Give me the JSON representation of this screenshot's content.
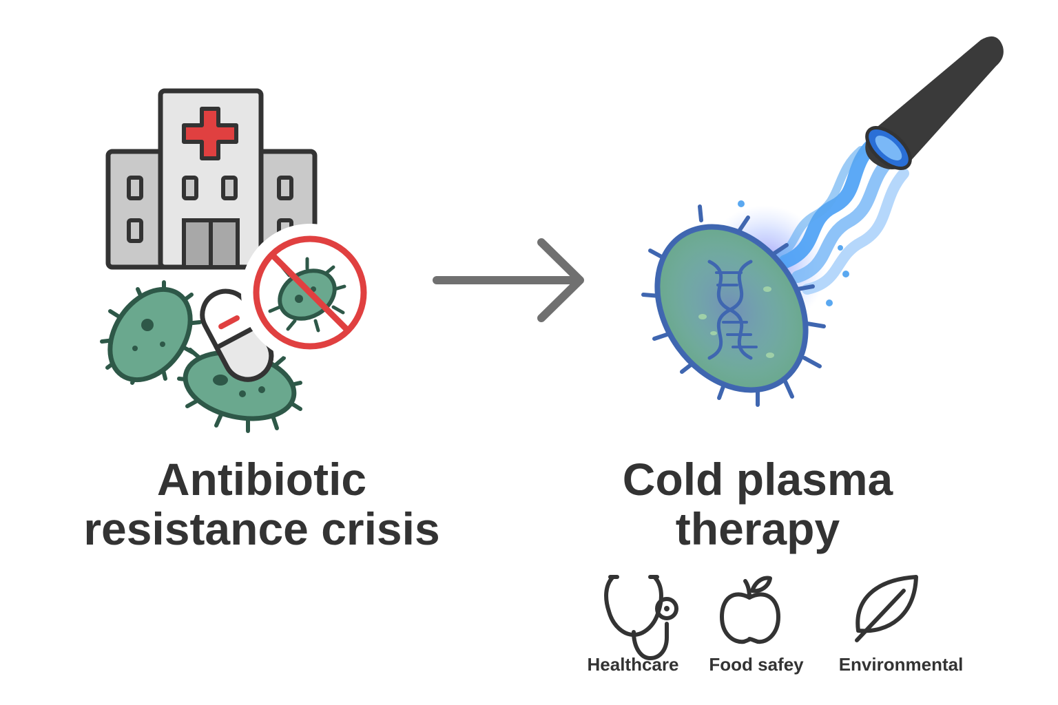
{
  "colors": {
    "ink": "#333333",
    "bacteria_fill": "#6aa88e",
    "bacteria_stroke": "#2e5848",
    "warning_red": "#e04040",
    "building_gray": "#c8c8c8",
    "arrow_gray": "#707070",
    "plasma_blue": "#5aa8f0",
    "target_stroke": "#3f66b0"
  },
  "left": {
    "heading_line1": "Antibiotic",
    "heading_line2": "resistance crisis",
    "icons": [
      "hospital-icon",
      "bacteria-icon",
      "pill-icon",
      "prohibited-bacteria-icon"
    ]
  },
  "connector": {
    "icon": "arrow-right-icon"
  },
  "right": {
    "heading_line1": "Cold plasma",
    "heading_line2": "therapy",
    "icons": [
      "plasma-device-icon",
      "plasma-jet-icon",
      "bacterium-dna-icon"
    ]
  },
  "applications": [
    {
      "icon": "stethoscope-icon",
      "label": "Healthcare"
    },
    {
      "icon": "apple-icon",
      "label": "Food safey"
    },
    {
      "icon": "leaf-icon",
      "label": "Environmental"
    }
  ]
}
